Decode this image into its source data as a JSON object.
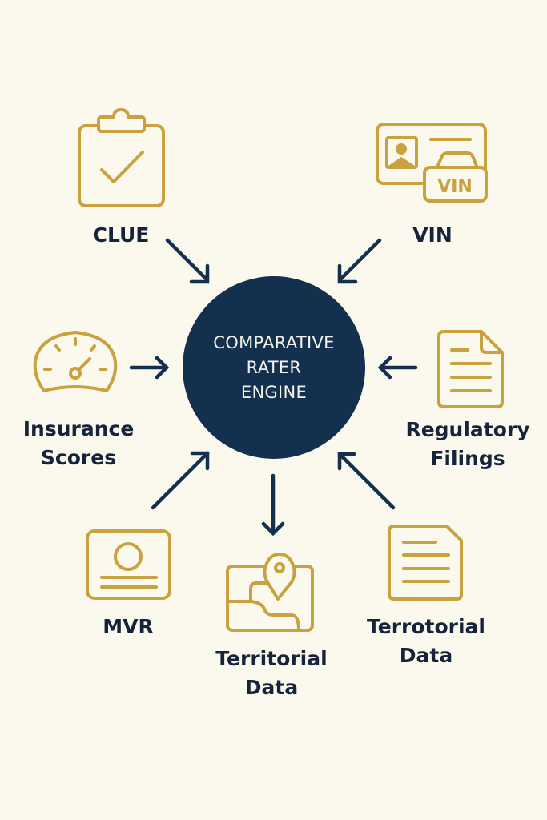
{
  "diagram": {
    "hub": {
      "lines": [
        "COMPARATIVE",
        "RATER",
        "ENGINE"
      ]
    },
    "nodes": [
      {
        "id": "clue",
        "icon": "clipboard-check-icon",
        "label_lines": [
          "CLUE"
        ],
        "arrow": "into-hub"
      },
      {
        "id": "vin",
        "icon": "vin-card-icon",
        "label_lines": [
          "VIN"
        ],
        "arrow": "into-hub"
      },
      {
        "id": "insurance-scores",
        "icon": "speedometer-icon",
        "label_lines": [
          "Insurance",
          "Scores"
        ],
        "arrow": "into-hub"
      },
      {
        "id": "regulatory-filings",
        "icon": "document-icon",
        "label_lines": [
          "Regulatory",
          "Filings"
        ],
        "arrow": "into-hub"
      },
      {
        "id": "mvr",
        "icon": "id-card-icon",
        "label_lines": [
          "MVR"
        ],
        "arrow": "into-hub"
      },
      {
        "id": "territorial-data",
        "icon": "map-pin-icon",
        "label_lines": [
          "Territorial",
          "Data"
        ],
        "arrow": "out-of-hub"
      },
      {
        "id": "terrotorial-data",
        "icon": "document-icon",
        "label_lines": [
          "Terrotorial",
          "Data"
        ],
        "arrow": "into-hub"
      }
    ],
    "vin_badge_text": "VIN",
    "colors": {
      "background": "#fbf8ee",
      "icon_gold": "#c9a13e",
      "navy": "#13304f",
      "label_text": "#15243a",
      "hub_text": "#f4f1e8"
    }
  }
}
